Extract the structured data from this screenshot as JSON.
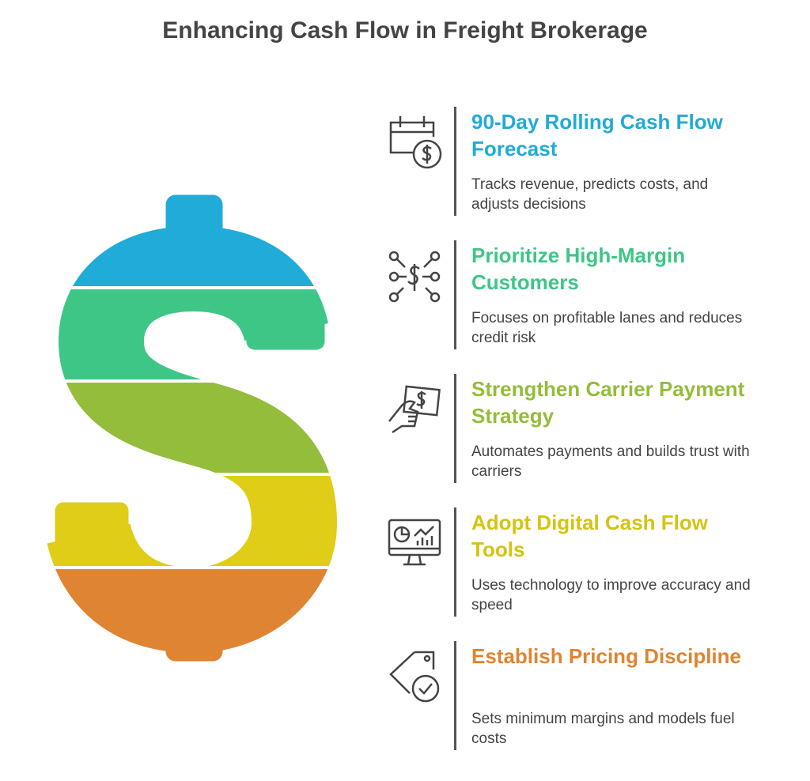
{
  "title": "Enhancing Cash Flow in Freight Brokerage",
  "colors": [
    "#20ABD8",
    "#3EC686",
    "#93BD3A",
    "#DFCD18",
    "#DF8432"
  ],
  "items": [
    {
      "title": "90-Day Rolling Cash Flow Forecast",
      "desc": "Tracks revenue, predicts costs, and adjusts decisions",
      "color": "#20ABD8",
      "icon": "calendar-dollar-icon"
    },
    {
      "title": "Prioritize High-Margin Customers",
      "desc": "Focuses on profitable lanes and reduces credit risk",
      "color": "#3EC686",
      "icon": "dollar-network-icon"
    },
    {
      "title": "Strengthen Carrier Payment Strategy",
      "desc": "Automates payments and builds trust with carriers",
      "color": "#93BD3A",
      "icon": "hand-cash-icon"
    },
    {
      "title": "Adopt Digital Cash Flow Tools",
      "desc": "Uses technology to improve accuracy and speed",
      "color": "#DFCD18",
      "icon": "monitor-chart-icon"
    },
    {
      "title": "Establish Pricing Discipline",
      "desc": "Sets minimum margins and models fuel costs",
      "color": "#DF8432",
      "icon": "price-tag-check-icon"
    }
  ]
}
